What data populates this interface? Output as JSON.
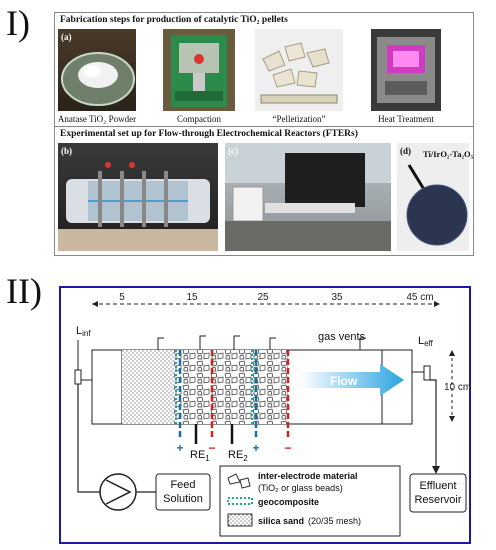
{
  "section1": {
    "label": "I)",
    "fab_title": "Fabrication steps for production of catalytic TiO₂ pellets",
    "fab_items": [
      {
        "tag": "(a)",
        "caption": "Anatase TiO₂ Powder"
      },
      {
        "tag": "",
        "caption": "Compaction"
      },
      {
        "tag": "",
        "caption": "“Pelletization”"
      },
      {
        "tag": "",
        "caption": "Heat Treatment"
      }
    ],
    "exp_title": "Experimental set up for Flow-through Electrochemical Reactors (FTERs)",
    "exp_items": [
      {
        "tag": "(b)"
      },
      {
        "tag": "(c)"
      },
      {
        "tag": "(d)",
        "label": "Ti/IrO₂-Ta₂O₅"
      }
    ]
  },
  "section2": {
    "label": "II)",
    "ruler": [
      "5",
      "15",
      "25",
      "35",
      "45 cm"
    ],
    "gas_vents": "gas vents",
    "l_inf": "L",
    "l_inf_sub": "inf",
    "l_eff": "L",
    "l_eff_sub": "eff",
    "flow": "Flow",
    "height": "10 cm",
    "re1": "RE",
    "re1_sub": "1",
    "re2": "RE",
    "re2_sub": "2",
    "plus": "+",
    "minus": "−",
    "feed": [
      "Feed",
      "Solution"
    ],
    "effluent": [
      "Effluent",
      "Reservoir"
    ],
    "legend": {
      "l1a": "inter-electrode material",
      "l1b": "(TiO₂ or glass beads)",
      "l2": "geocomposite",
      "l3": "silica sand",
      "l3b": "(20/35 mesh)"
    },
    "colors": {
      "frame": "#1a1aa8",
      "cathode": "#1a6ea8",
      "anode": "#d32020",
      "geocomposite": "#1aa8a0"
    }
  }
}
